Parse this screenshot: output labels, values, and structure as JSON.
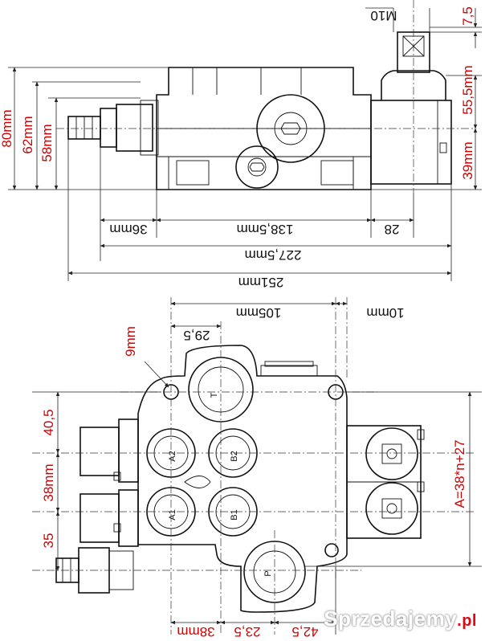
{
  "top_view": {
    "dims": {
      "m10": "M10",
      "d7_5": "7,5",
      "d55_5": "55,5mm",
      "d39": "39mm",
      "d80": "80mm",
      "d62": "62mm",
      "d58": "58mm",
      "d36": "36mm",
      "d138_5": "138,5mm",
      "d28": "28",
      "d227_5": "227,5mm",
      "d251": "251mm"
    }
  },
  "front_view": {
    "dims": {
      "d105": "105mm",
      "d10": "10mm",
      "d29_5": "29,5",
      "d9": "9mm",
      "d40_5": "40,5",
      "d38v": "38mm",
      "d35": "35",
      "formula": "A=38*n+27",
      "d38b": "38mm",
      "d23_5": "23,5",
      "d42_5": "42,5"
    },
    "ports": {
      "t": "T",
      "a2": "A2",
      "b2": "B2",
      "a1": "A1",
      "b1": "B1",
      "p": "P"
    }
  },
  "watermark": {
    "brand": "Sprzedajemy",
    "tld": ".pl"
  }
}
